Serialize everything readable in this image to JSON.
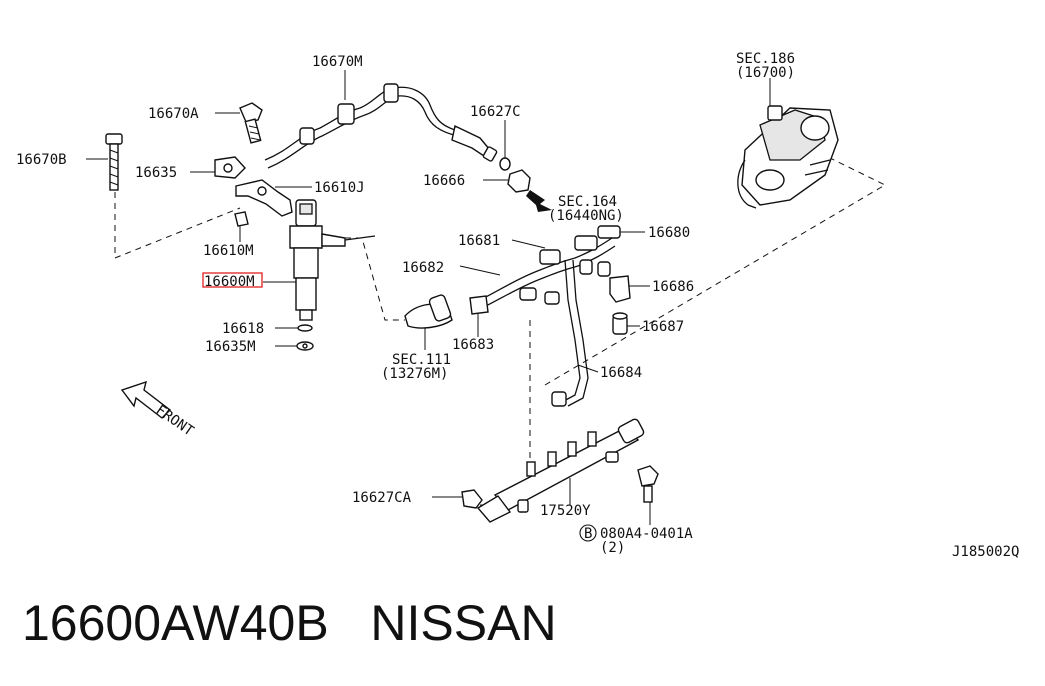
{
  "caption": {
    "part_number": "16600AW40B",
    "brand": "NISSAN"
  },
  "highlight_color": "#e02020",
  "labels": {
    "p16670M": "16670M",
    "p16670A": "16670A",
    "p16670B": "16670B",
    "p16635": "16635",
    "p16610J": "16610J",
    "p16610M": "16610M",
    "p16600M": "16600M",
    "p16618": "16618",
    "p16635M": "16635M",
    "p16627C": "16627C",
    "p16666": "16666",
    "sec164": "SEC.164",
    "sec164_sub": "(16440NG)",
    "p16681": "16681",
    "p16680": "16680",
    "p16682": "16682",
    "p16686": "16686",
    "p16687": "16687",
    "p16683": "16683",
    "sec111": "SEC.111",
    "sec111_sub": "(13276M)",
    "p16684": "16684",
    "sec186": "SEC.186",
    "sec186_sub": "(16700)",
    "p16627CA": "16627CA",
    "p17520Y": "17520Y",
    "bolt_mark": "B",
    "bolt": "080A4-0401A",
    "bolt_qty": "(2)",
    "front": "FRONT",
    "diagram_code": "J185002Q"
  },
  "icons": {
    "front_arrow": "front-arrow-icon",
    "bolt_circle": "bolt-b-circle-icon"
  }
}
